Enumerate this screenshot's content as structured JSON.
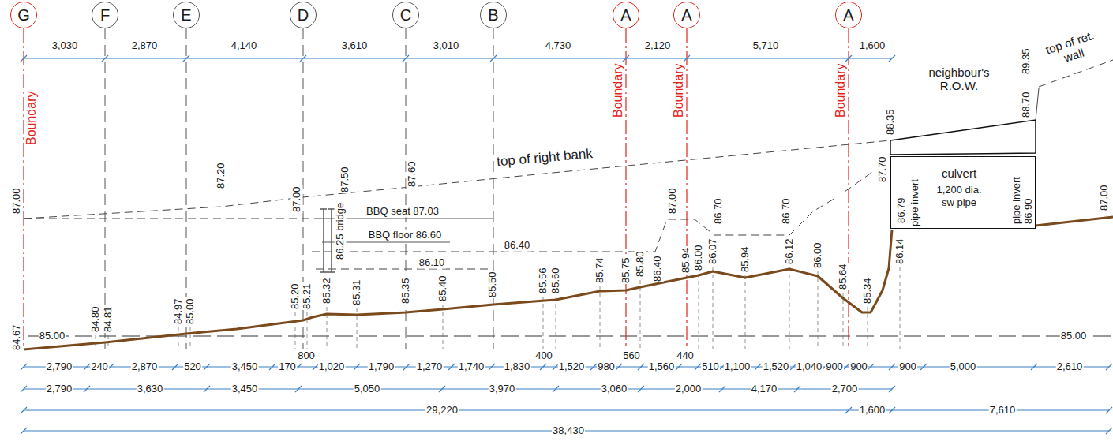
{
  "diagram": {
    "nodes": [
      {
        "text": [
          "G"
        ]
      },
      {
        "text": [
          "F"
        ]
      },
      {
        "text": [
          "E"
        ]
      },
      {
        "text": [
          "D"
        ]
      },
      {
        "text": [
          "C"
        ]
      },
      {
        "text": [
          "B"
        ]
      },
      {
        "text": [
          "A"
        ]
      },
      {
        "text": [
          "A"
        ]
      },
      {
        "text": [
          "A"
        ]
      },
      {
        "text": [
          "culvert",
          "1,200 dia. sw pipe"
        ]
      }
    ],
    "labels": [
      "3,030",
      "2,870",
      "4,140",
      "3,610",
      "3,010",
      "4,730",
      "2,120",
      "5,710",
      "1,600",
      "Boundary",
      "Boundary",
      "Boundary",
      "Boundary",
      "neighbour's R.O.W.",
      "89.35",
      "top of ret. wall",
      "88.70",
      "88.35",
      "87.70",
      "top of right bank",
      "87.00",
      "87.20",
      "87.00",
      "87.50",
      "87.60",
      "86.25 bridge",
      "BBQ seat 87.03",
      "BBQ floor 86.60",
      "86.40",
      "86.10",
      "86.40",
      "87.00",
      "86.70",
      "86.70",
      "pipe invert",
      "86.79",
      "pipe invert",
      "86.90",
      "87.00",
      "84.67",
      "85.00",
      "84.80",
      "84.81",
      "84.97",
      "85.00",
      "85.20",
      "85.21",
      "85.32",
      "85.31",
      "85.35",
      "85.40",
      "85.50",
      "85.56",
      "85.60",
      "85.74",
      "85.75",
      "85.80",
      "85.94",
      "86.00",
      "86.07",
      "85.94",
      "86.12",
      "86.00",
      "85.64",
      "85.34",
      "86.14",
      "85.00",
      "2,790",
      "240",
      "2,870",
      "520",
      "3,450",
      "170",
      "800",
      "1,020",
      "1,790",
      "1,270",
      "1,740",
      "1,830",
      "400",
      "1,520",
      "980",
      "560",
      "1,560",
      "440",
      "510",
      "1,100",
      "1,520",
      "1,040",
      "900",
      "900",
      "900",
      "5,000",
      "2,610",
      "2,790",
      "3,630",
      "3,450",
      "5,050",
      "3,970",
      "3,060",
      "2,000",
      "4,170",
      "2,700",
      "29,220",
      "1,600",
      "7,610",
      "38,430"
    ]
  }
}
